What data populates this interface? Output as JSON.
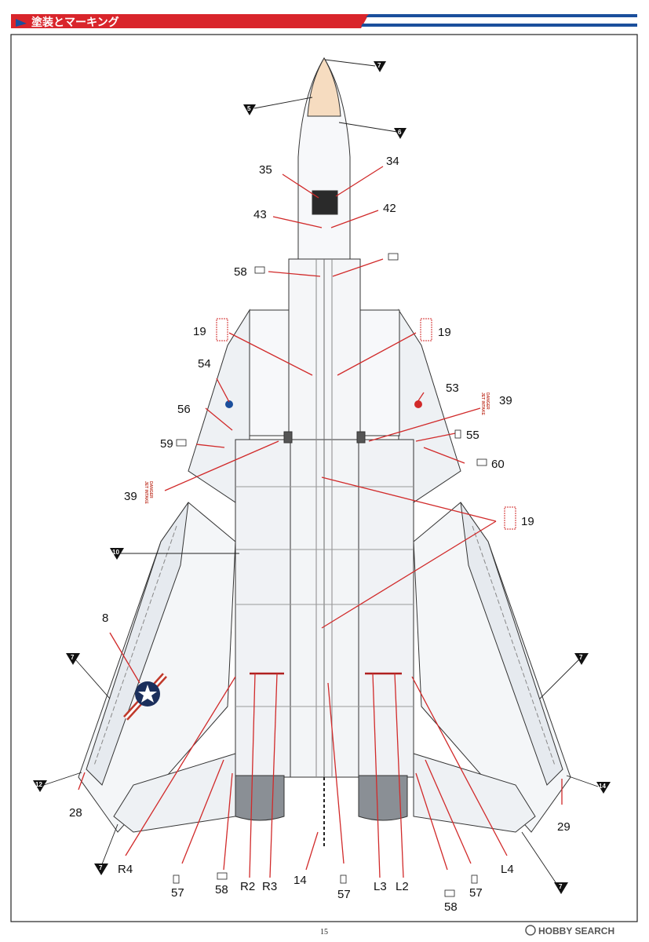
{
  "header": {
    "title": "塗装とマーキング"
  },
  "page_number": "15",
  "watermark": "HOBBY SEARCH",
  "colors": {
    "header_red": "#d9252b",
    "header_blue": "#1b4f9c",
    "leader_red": "#d12a2a",
    "frame": "#222222",
    "nose": "#f6dcc0"
  },
  "callouts": {
    "c35": "35",
    "c34": "34",
    "c43": "43",
    "c42": "42",
    "c58a": "58",
    "c19a": "19",
    "c19b": "19",
    "c54": "54",
    "c53": "53",
    "c56": "56",
    "c39a": "39",
    "c55": "55",
    "c59": "59",
    "c60": "60",
    "c39b": "39",
    "c19c": "19",
    "c8": "8",
    "c28": "28",
    "c29": "29",
    "r4": "R4",
    "c57a": "57",
    "c58b": "58",
    "r2": "R2",
    "r3": "R3",
    "c14": "14",
    "c57b": "57",
    "l3": "L3",
    "l2": "L2",
    "c58c": "58",
    "c57c": "57",
    "l4": "L4"
  },
  "markers": {
    "m7a": "7",
    "m5": "5",
    "m6": "6",
    "m10": "10",
    "m7b": "7",
    "m7c": "7",
    "m12": "12",
    "m14": "14",
    "m7d": "7",
    "m7e": "7"
  },
  "stencils": {
    "jet_intake": "JET INTAKE",
    "danger": "DANGER"
  }
}
